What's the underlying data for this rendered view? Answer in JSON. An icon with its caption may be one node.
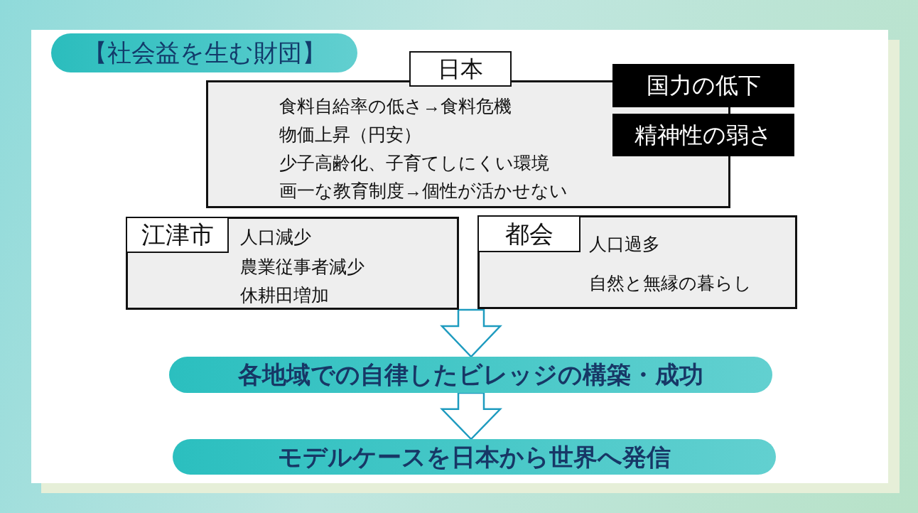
{
  "diagram": {
    "title": "【社会益を生む財団】",
    "nodes": [
      {
        "text": [
          "日本",
          "食料自給率の低さ→食料危機",
          "物価上昇（円安）",
          "少子高齢化、子育てしにくい環境",
          "画一な教育制度→個性が活かせない"
        ]
      },
      {
        "text": [
          "国力の低下"
        ]
      },
      {
        "text": [
          "精神性の弱さ"
        ]
      },
      {
        "text": [
          "江津市",
          "人口減少",
          "農業従事者減少",
          "休耕田増加"
        ]
      },
      {
        "text": [
          "都会",
          "人口過多",
          "自然と無縁の暮らし"
        ]
      },
      {
        "text": [
          "各地域での自律したビレッジの構築・成功"
        ]
      },
      {
        "text": [
          "モデルケースを日本から世界へ発信"
        ]
      }
    ],
    "edges": [
      {
        "from": 3,
        "to": 5,
        "arrow": "to"
      },
      {
        "from": 4,
        "to": 5,
        "arrow": "to"
      },
      {
        "from": 5,
        "to": 6,
        "arrow": "to"
      }
    ]
  }
}
